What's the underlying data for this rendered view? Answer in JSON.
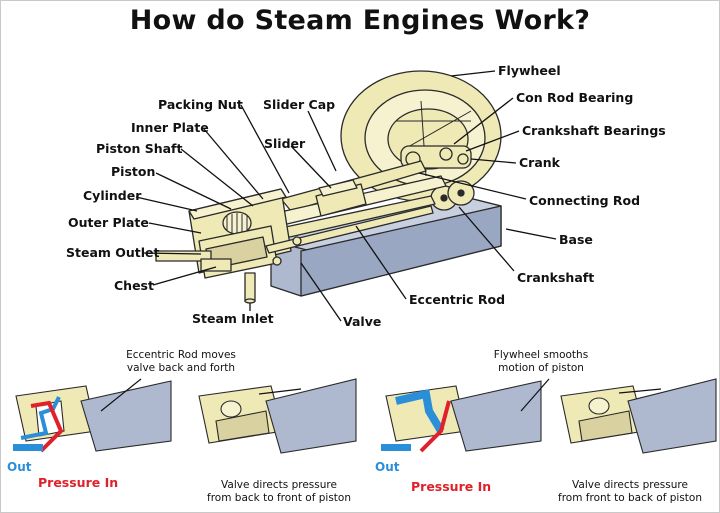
{
  "title": "How do Steam Engines Work?",
  "labels": {
    "flywheel": "Flywheel",
    "con_rod_bearing": "Con Rod Bearing",
    "crankshaft_bearings": "Crankshaft Bearings",
    "crank": "Crank",
    "connecting_rod": "Connecting Rod",
    "base": "Base",
    "crankshaft": "Crankshaft",
    "eccentric_rod": "Eccentric Rod",
    "valve": "Valve",
    "steam_inlet": "Steam Inlet",
    "chest": "Chest",
    "steam_outlet": "Steam Outlet",
    "outer_plate": "Outer Plate",
    "cylinder": "Cylinder",
    "piston": "Piston",
    "piston_shaft": "Piston Shaft",
    "inner_plate": "Inner Plate",
    "packing_nut": "Packing Nut",
    "slider_cap": "Slider Cap",
    "slider": "Slider"
  },
  "panels": [
    {
      "caption": [
        "Eccentric Rod moves",
        "valve back and forth"
      ],
      "out": "Out",
      "pressure": "Pressure In"
    },
    {
      "caption": [
        "Valve directs pressure",
        "from back to front of piston"
      ]
    },
    {
      "caption": [
        "Flywheel smooths",
        "motion of piston"
      ],
      "out": "Out",
      "pressure": "Pressure In"
    },
    {
      "caption": [
        "Valve directs pressure",
        "from front to back of piston"
      ]
    }
  ],
  "colors": {
    "metal": "#efe9b6",
    "base": "#aeb9cf",
    "steam_out": "#2a8fd8",
    "pressure_in": "#e0202a"
  }
}
